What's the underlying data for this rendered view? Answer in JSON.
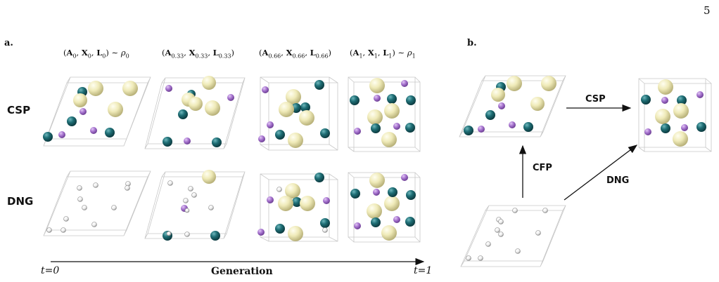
{
  "page_number": "5",
  "panel_a": {
    "label": "a.",
    "rows": [
      "CSP",
      "DNG"
    ],
    "tuples": [
      {
        "sub": "0",
        "suffix": "∼ ρ",
        "suffix_sub": "0"
      },
      {
        "sub": "0.33",
        "suffix": "",
        "suffix_sub": ""
      },
      {
        "sub": "0.66",
        "suffix": "",
        "suffix_sub": ""
      },
      {
        "sub": "1",
        "suffix": "∼ ρ",
        "suffix_sub": "1"
      }
    ],
    "tuple_letters": [
      "A",
      "X",
      "L"
    ],
    "axis": {
      "start": "t=0",
      "end": "t=1",
      "label": "Generation"
    }
  },
  "panel_b": {
    "label": "b.",
    "arrows": {
      "csp": "CSP",
      "cfp": "CFP",
      "dng": "DNG"
    }
  },
  "colors": {
    "teal": "#1f6f76",
    "yellow": "#efeab8",
    "purple": "#a774cf",
    "white_atom": "#f2f2f2",
    "cell_line": "#c8c8c8"
  }
}
